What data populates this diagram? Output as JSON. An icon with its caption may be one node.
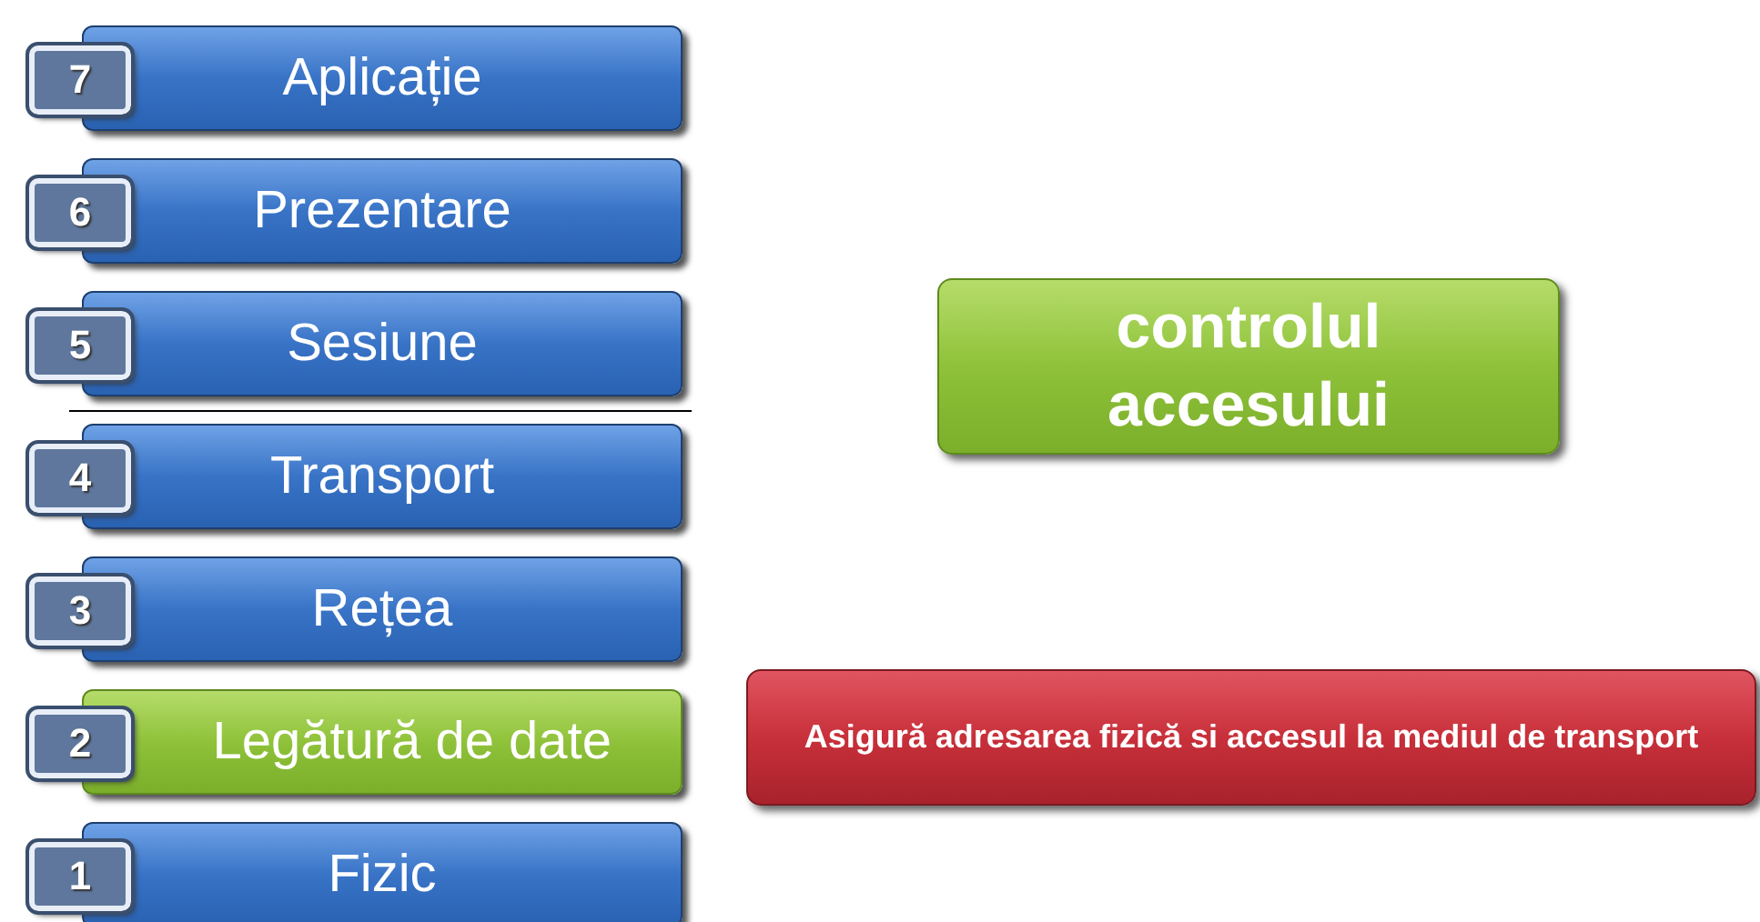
{
  "diagram": {
    "nodes": [
      {
        "text": [
          "7"
        ]
      },
      {
        "text": [
          "Aplicație"
        ]
      },
      {
        "text": [
          "6"
        ]
      },
      {
        "text": [
          "Prezentare"
        ]
      },
      {
        "text": [
          "5"
        ]
      },
      {
        "text": [
          "Sesiune"
        ]
      },
      {
        "text": [
          "controlul accesului"
        ]
      },
      {
        "text": [
          "4"
        ]
      },
      {
        "text": [
          "Transport"
        ]
      },
      {
        "text": [
          "3"
        ]
      },
      {
        "text": [
          "Rețea"
        ]
      },
      {
        "text": [
          "2"
        ]
      },
      {
        "text": [
          "Legătură de date"
        ]
      },
      {
        "text": [
          "Asigură adresarea fizică si accesul la mediul de transport"
        ]
      },
      {
        "text": [
          "1"
        ]
      },
      {
        "text": [
          "Fizic"
        ]
      }
    ]
  }
}
